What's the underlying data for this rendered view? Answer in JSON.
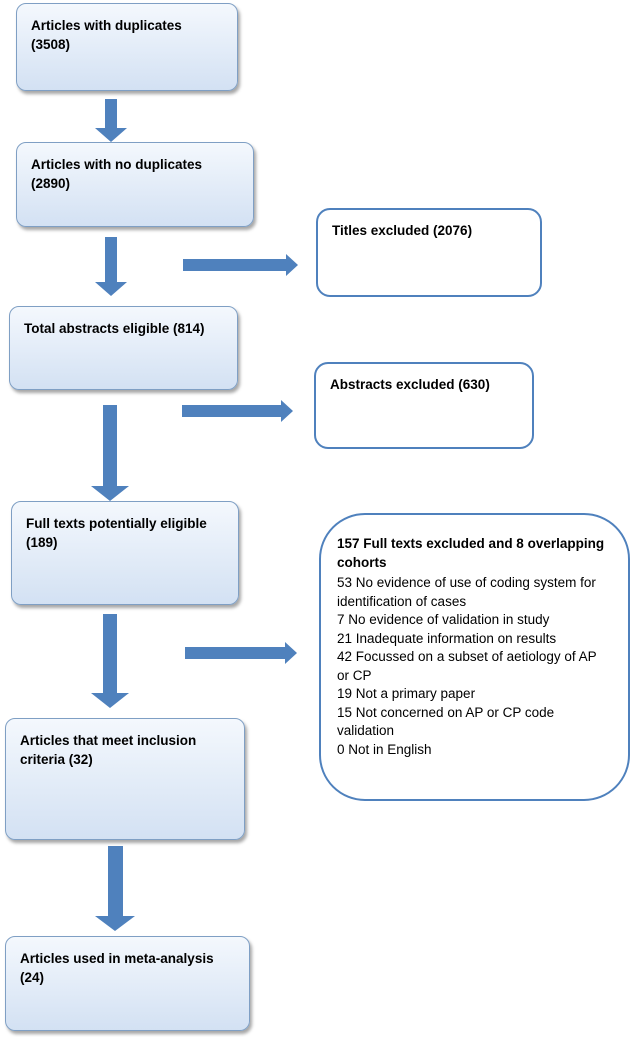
{
  "boxes": {
    "b1": {
      "title": "Articles with duplicates",
      "count": "(3508)"
    },
    "b2": {
      "title": "Articles with no duplicates",
      "count": "(2890)"
    },
    "b3": {
      "title": "Total abstracts eligible (814)"
    },
    "b4": {
      "title": "Full texts potentially eligible",
      "count": "(189)"
    },
    "b5": {
      "title": "Articles that meet inclusion",
      "title2": "criteria (32)"
    },
    "b6": {
      "title": "Articles used in meta-analysis",
      "count": "(24)"
    }
  },
  "exclusions": {
    "x1": {
      "title": "Titles excluded (2076)"
    },
    "x2": {
      "title": "Abstracts excluded (630)"
    },
    "x3": {
      "title": "157 Full texts excluded and 8 overlapping cohorts",
      "items": [
        "53 No evidence of use of coding system for identification of cases",
        "7 No evidence of validation in study",
        "21 Inadequate information on results",
        "42 Focussed on a subset of aetiology of AP or CP",
        "19 Not a primary paper",
        "15 Not concerned on AP or CP code validation",
        "0 Not in English"
      ]
    }
  },
  "colors": {
    "arrow": "#4f81bd",
    "box_border": "#7f9fc4",
    "exclusion_border": "#4f81bd"
  }
}
